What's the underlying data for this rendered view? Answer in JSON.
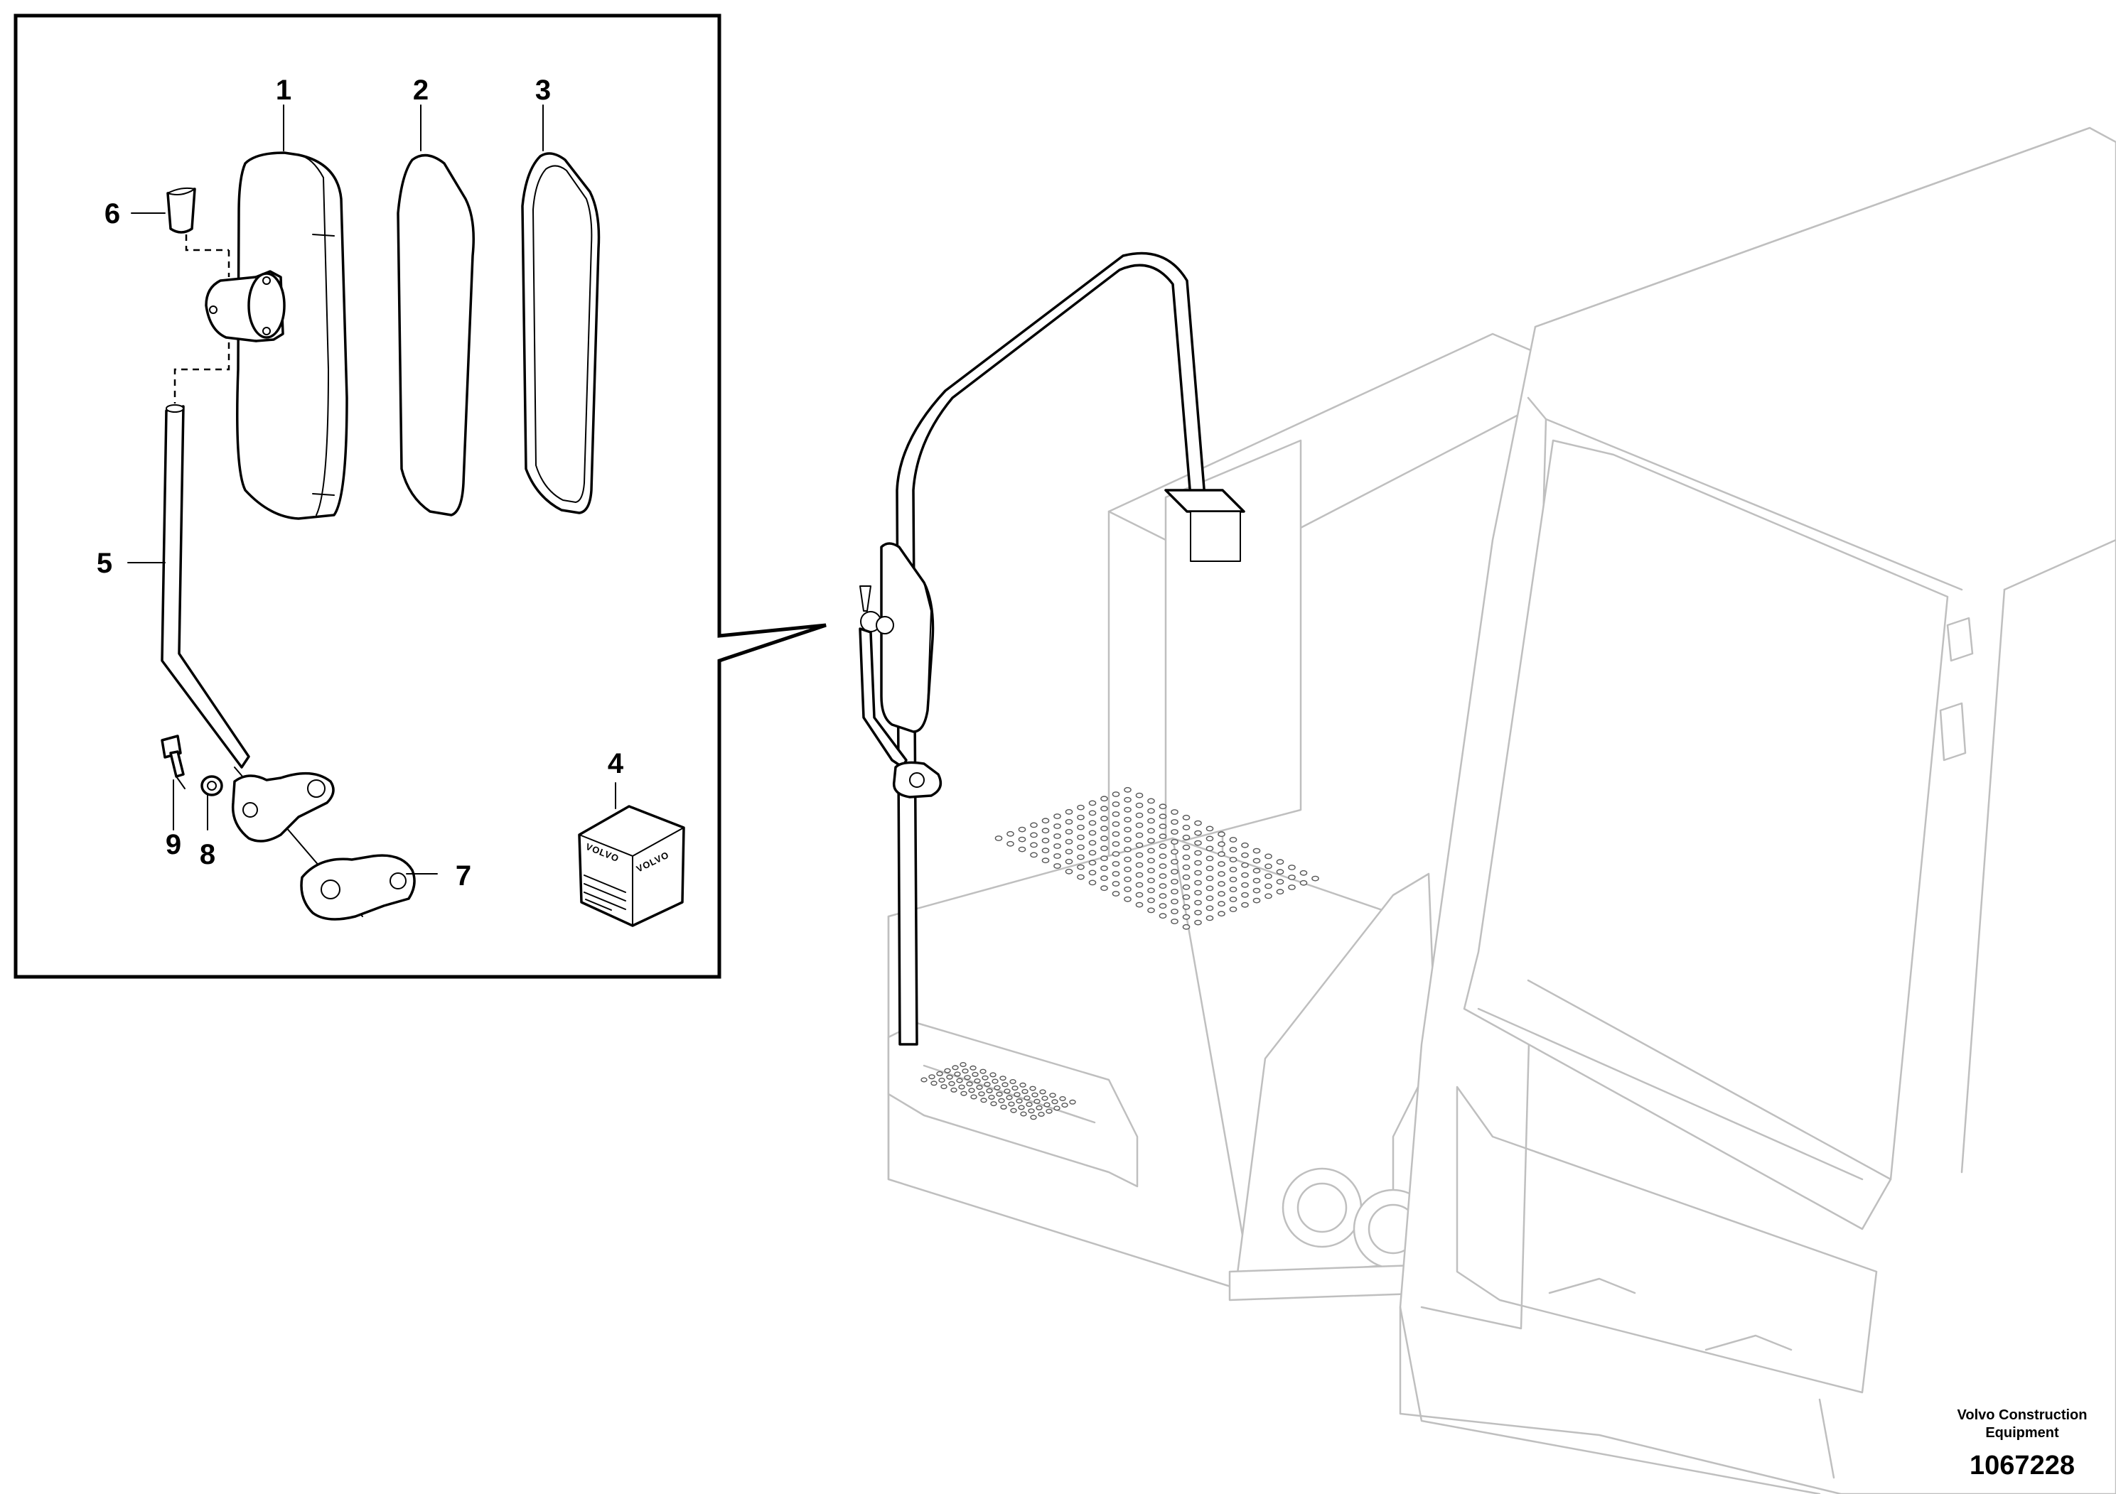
{
  "callouts": [
    {
      "id": "1",
      "label": "1"
    },
    {
      "id": "2",
      "label": "2"
    },
    {
      "id": "3",
      "label": "3"
    },
    {
      "id": "4",
      "label": "4"
    },
    {
      "id": "5",
      "label": "5"
    },
    {
      "id": "6",
      "label": "6"
    },
    {
      "id": "7",
      "label": "7"
    },
    {
      "id": "8",
      "label": "8"
    },
    {
      "id": "9",
      "label": "9"
    }
  ],
  "kit_logo": "VOLVO",
  "brand": {
    "line1": "Volvo Construction",
    "line2": "Equipment"
  },
  "part_number": "1067228",
  "colors": {
    "line": "#000000",
    "background_line": "#bfbfbf",
    "paper": "#ffffff"
  }
}
